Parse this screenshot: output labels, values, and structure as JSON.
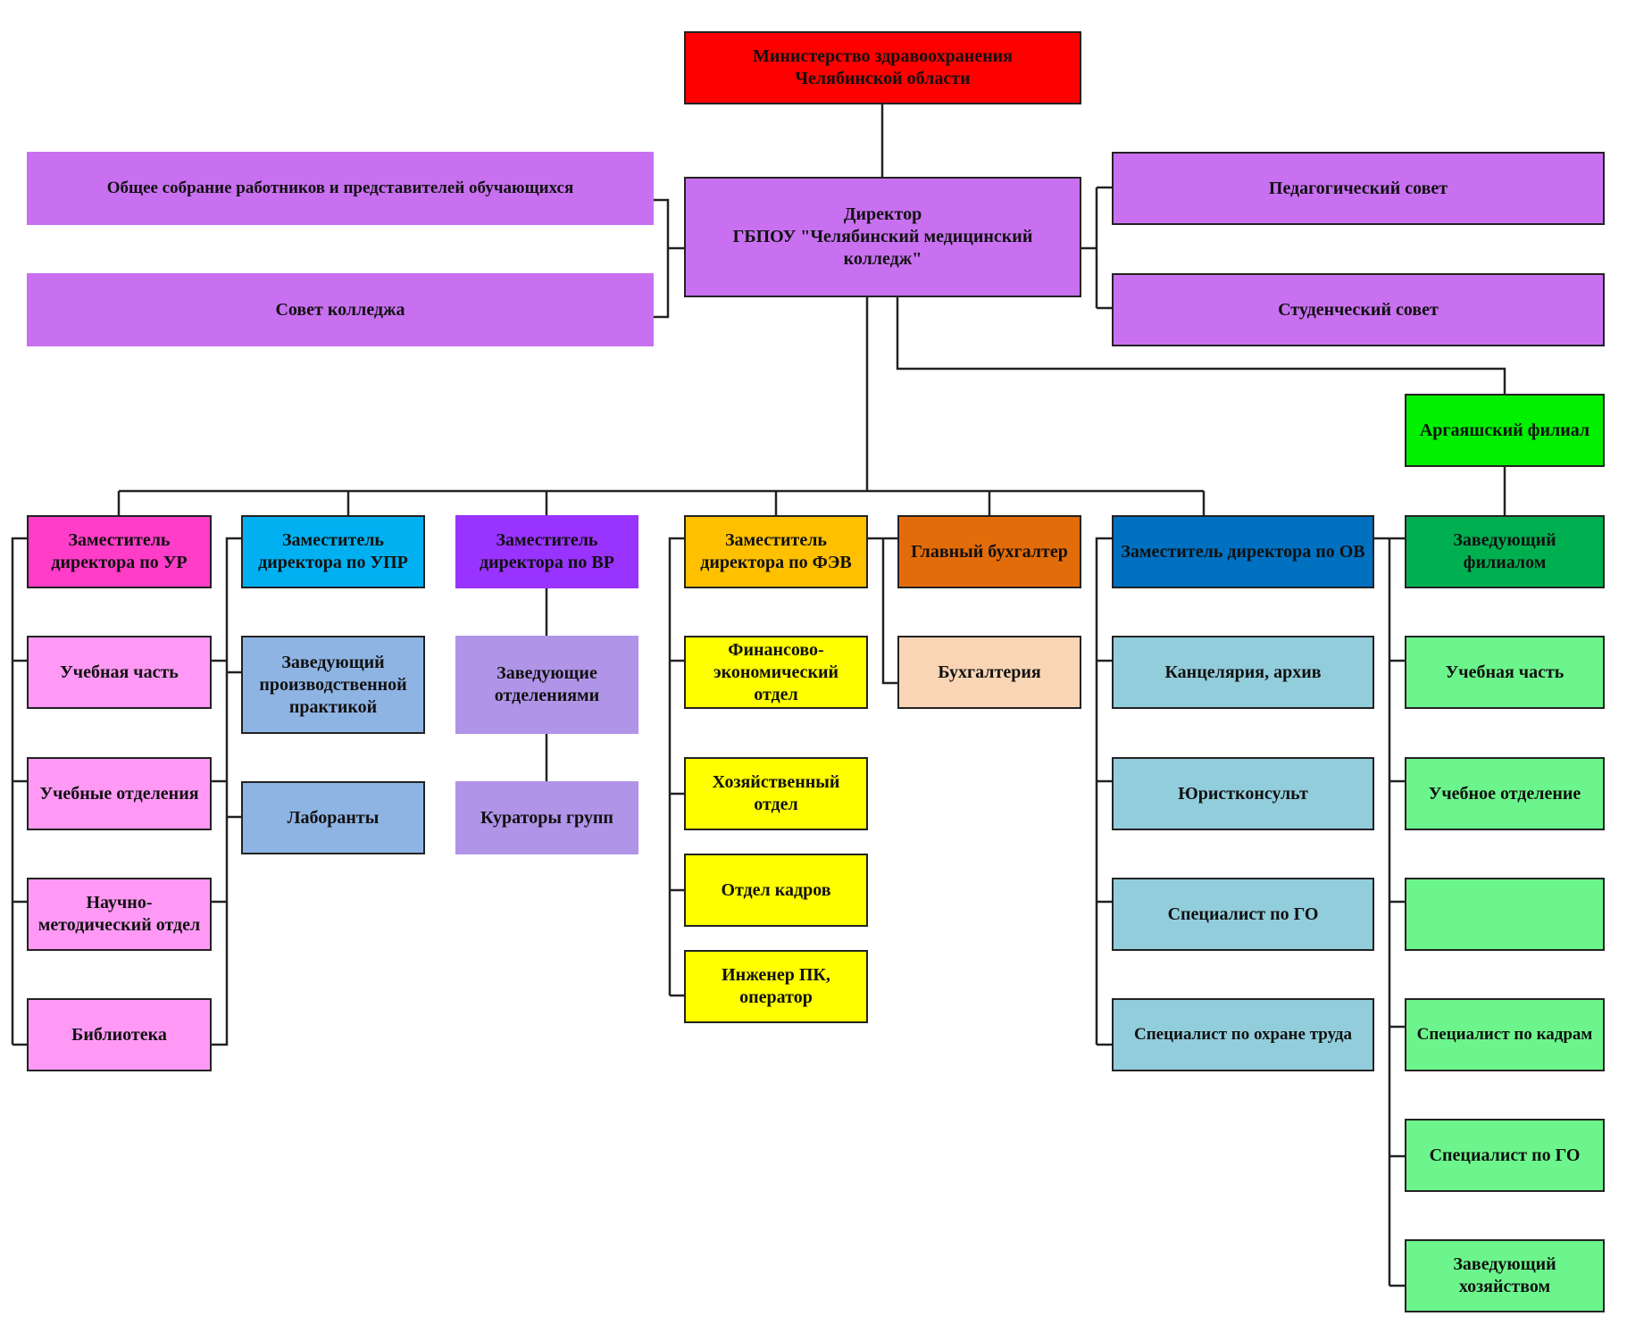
{
  "colors": {
    "ministry": "#ff0000",
    "governance": "#c870f0",
    "branch_header": "#00f000",
    "deputy_ur": "#ff3dc8",
    "deputy_upr": "#00b0f0",
    "deputy_vr": "#9933ff",
    "deputy_fev": "#ffc000",
    "chief_accountant": "#e36c0a",
    "deputy_ov": "#0070c0",
    "branch_head": "#00b050",
    "ur_children": "#ff99f5",
    "upr_children": "#8eb4e3",
    "vr_children": "#b094e8",
    "fev_children": "#ffff00",
    "accounting": "#fad5b5",
    "ov_children": "#92cddc",
    "branch_children": "#6cf58c",
    "lines": "#222222"
  },
  "nodes": {
    "ministry": "Министерство здравоохранения\nЧелябинской области",
    "general_meeting": "Общее собрание работников и представителей обучающихся",
    "college_council": "Совет колледжа",
    "director": "Директор\nГБПОУ \"Челябинский медицинский\nколледж\"",
    "ped_council": "Педагогический совет",
    "student_council": "Студенческий совет",
    "branch": "Аргаяшский филиал",
    "deputy_ur": "Заместитель\nдиректора по УР",
    "deputy_upr": "Заместитель\nдиректора по УПР",
    "deputy_vr": "Заместитель\nдиректора по ВР",
    "deputy_fev": "Заместитель\nдиректора по ФЭВ",
    "chief_accountant": "Главный бухгалтер",
    "deputy_ov": "Заместитель директора по ОВ",
    "branch_head": "Заведующий\nфилиалом",
    "ur_1": "Учебная часть",
    "ur_2": "Учебные отделения",
    "ur_3": "Научно-\nметодический отдел",
    "ur_4": "Библиотека",
    "upr_1": "Заведующий\nпроизводственной\nпрактикой",
    "upr_2": "Лаборанты",
    "vr_1": "Заведующие\nотделениями",
    "vr_2": "Кураторы групп",
    "fev_1": "Финансово-\nэкономический\nотдел",
    "fev_2": "Хозяйственный\nотдел",
    "fev_3": "Отдел кадров",
    "fev_4": "Инженер ПК,\nоператор",
    "acc_1": "Бухгалтерия",
    "ov_1": "Канцелярия, архив",
    "ov_2": "Юристконсульт",
    "ov_3": "Специалист по ГО",
    "ov_4": "Специалист по охране труда",
    "br_1": "Учебная часть",
    "br_2": "Учебное отделение",
    "br_3": "",
    "br_4": "Специалист по кадрам",
    "br_5": "Специалист по ГО",
    "br_6": "Заведующий\nхозяйством"
  }
}
